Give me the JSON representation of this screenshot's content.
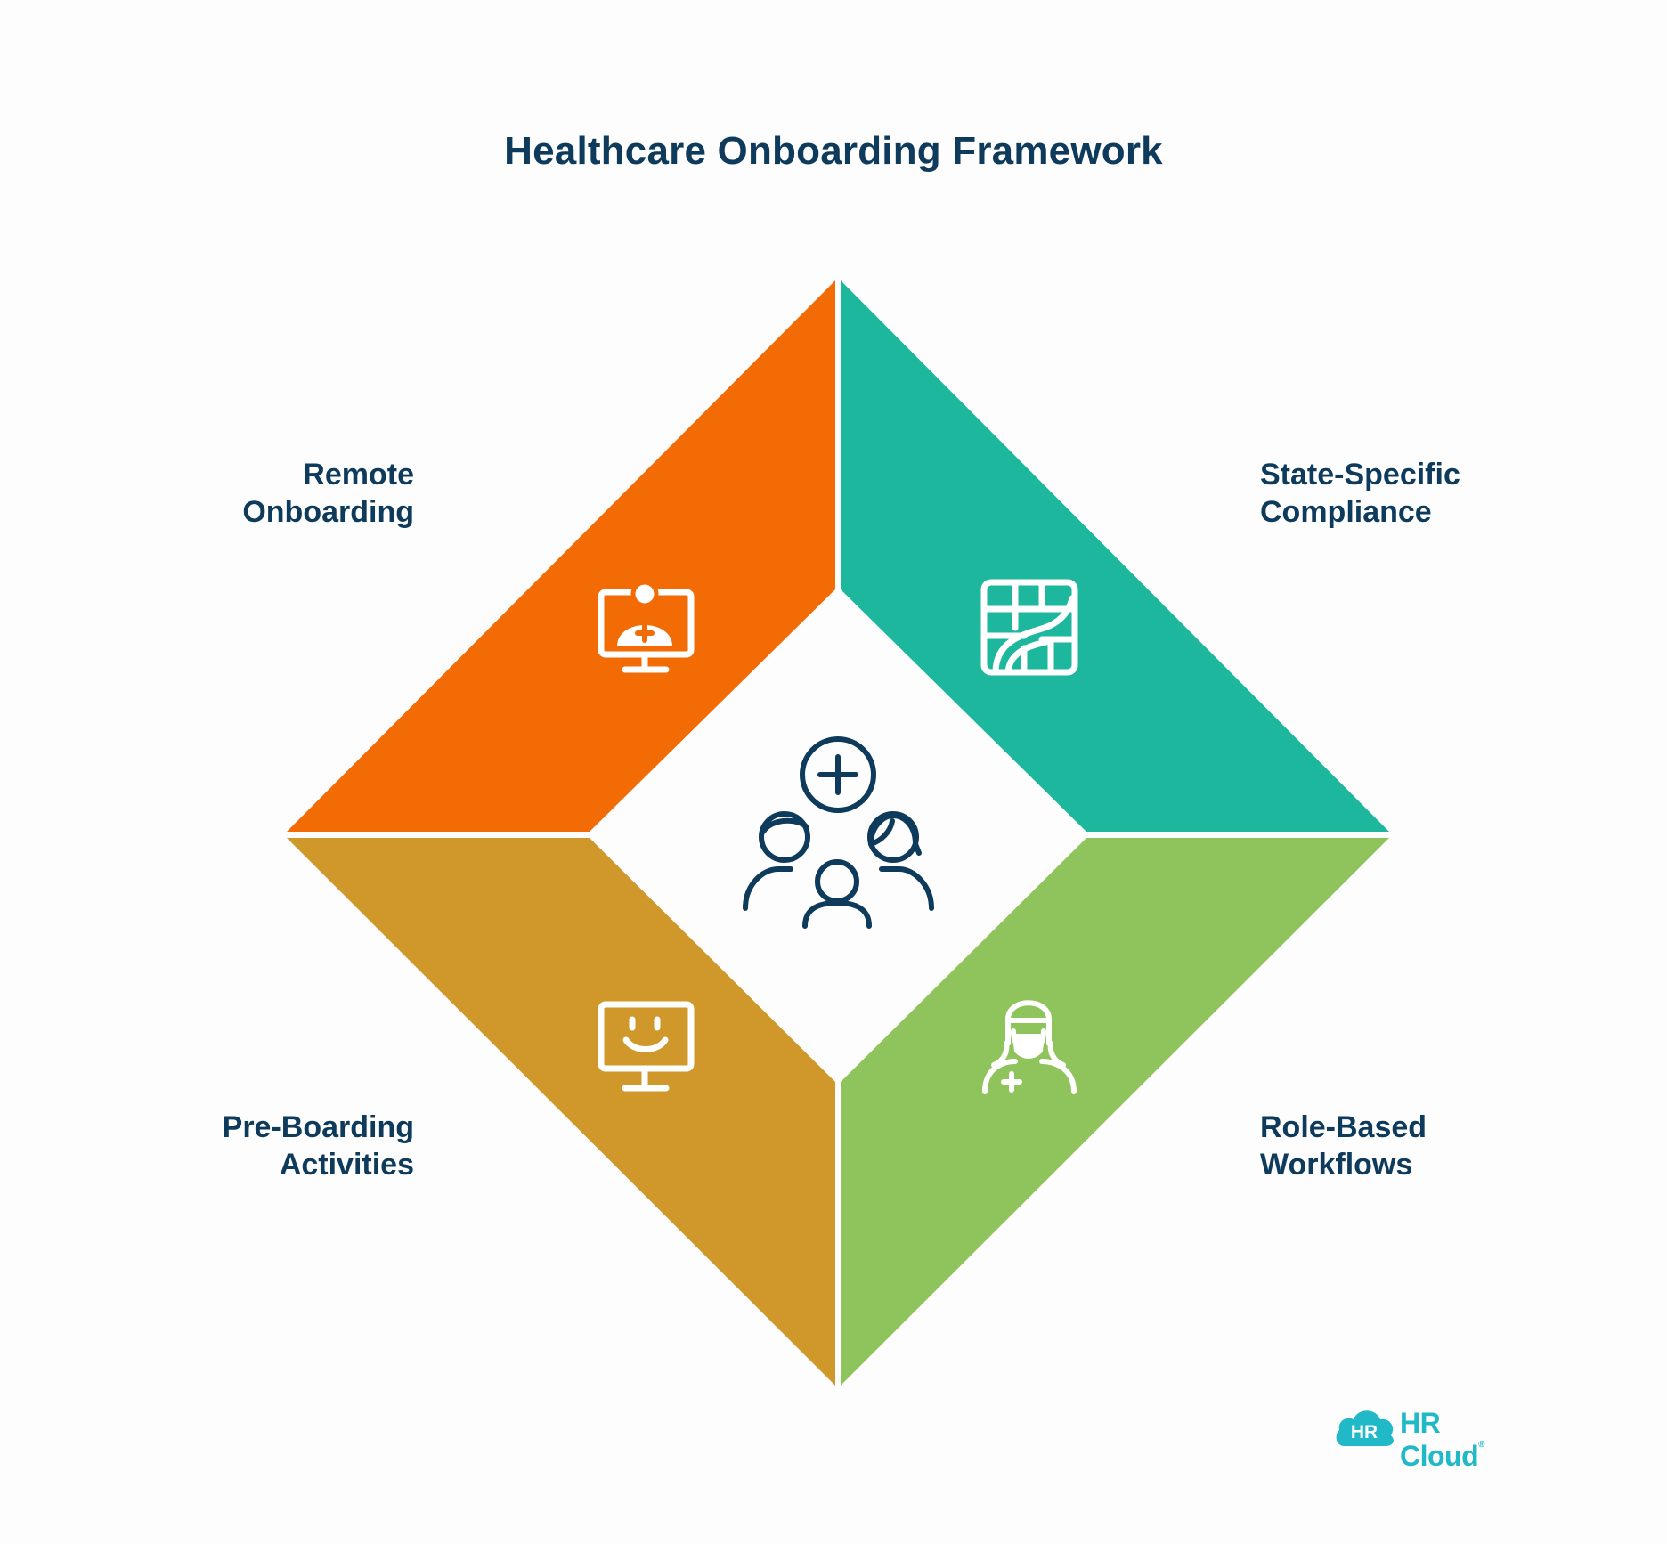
{
  "title": "Healthcare Onboarding Framework",
  "quadrants": [
    {
      "id": "remote",
      "label_lines": [
        "Remote",
        "Onboarding"
      ],
      "color": "#f26b04",
      "icon": "telehealth-monitor-icon"
    },
    {
      "id": "state",
      "label_lines": [
        "State-Specific",
        "Compliance"
      ],
      "color": "#1db79e",
      "icon": "state-map-icon"
    },
    {
      "id": "pre",
      "label_lines": [
        "Pre-Boarding",
        "Activities"
      ],
      "color": "#d0982a",
      "icon": "smiley-monitor-icon"
    },
    {
      "id": "role",
      "label_lines": [
        "Role-Based",
        "Workflows"
      ],
      "color": "#8fc45c",
      "icon": "nurse-icon"
    }
  ],
  "center_icon": "healthcare-team-icon",
  "text_color": "#0e3a5b",
  "logo": {
    "badge": "HR",
    "text": "HR Cloud",
    "reg": "®",
    "color": "#21b8c8"
  }
}
